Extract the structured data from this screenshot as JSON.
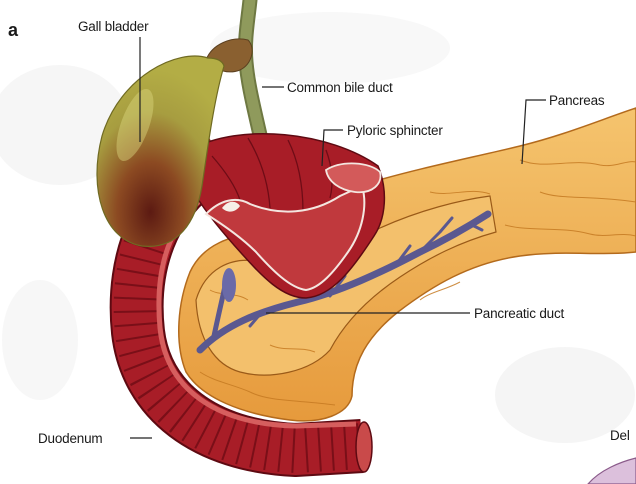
{
  "panel_letter": "a",
  "labels": {
    "gall_bladder": "Gall bladder",
    "common_bile_duct": "Common bile duct",
    "pyloric_sphincter": "Pyloric sphincter",
    "pancreas": "Pancreas",
    "pancreatic_duct": "Pancreatic duct",
    "duodenum": "Duodenum",
    "cut_off_label": "Del"
  },
  "colors": {
    "background": "#ffffff",
    "label_text": "#1a1a1a",
    "leader_line": "#222222",
    "gall_bladder": "#b3ad45",
    "gall_bladder_dark": "#5c1a12",
    "gall_bladder_neck": "#8a6030",
    "bile_duct": "#8f9a5c",
    "duodenum": "#a81d27",
    "duodenum_fold": "#7a0f18",
    "stomach_cut": "#c0393d",
    "pancreas": "#e69a3c",
    "pancreas_light": "#f5c46e",
    "pancreatic_duct": "#5a5890"
  }
}
